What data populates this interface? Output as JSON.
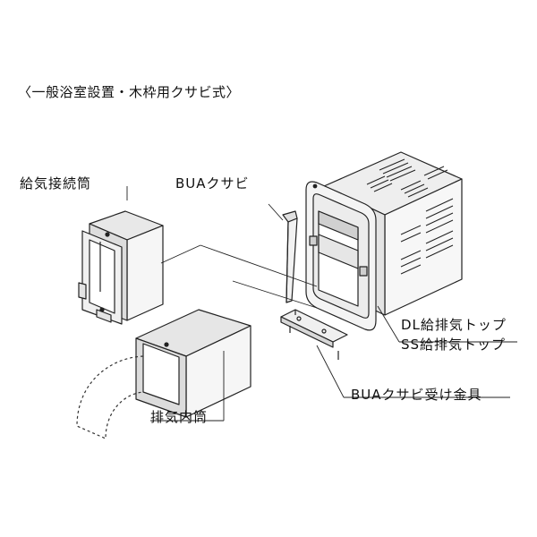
{
  "heading": "〈一般浴室設置・木枠用クサビ式〉",
  "labels": {
    "supply_tube": "給気接続筒",
    "bua_wedge": "BUAクサビ",
    "exhaust_tube": "排気内筒",
    "top_dl": "DL給排気トップ",
    "top_ss": "SS給排気トップ",
    "wedge_bracket": "BUAクサビ受け金具"
  },
  "colors": {
    "line": "#222222",
    "face_light": "#f4f4f4",
    "face_mid": "#e2e2e2",
    "face_dark": "#cfcfcf"
  }
}
